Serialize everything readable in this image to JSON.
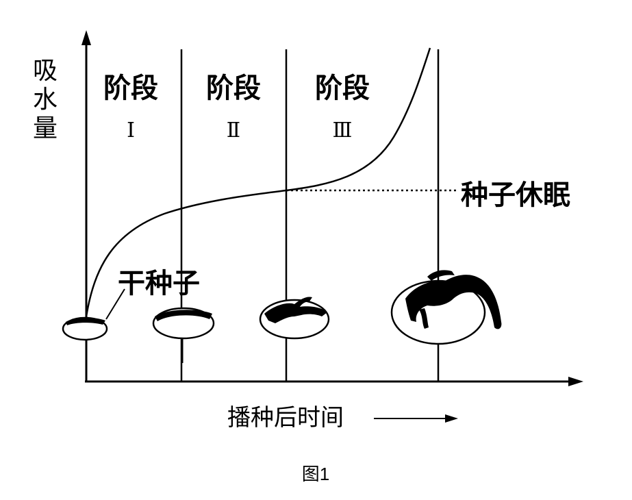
{
  "y_axis_label": [
    "吸",
    "水",
    "量"
  ],
  "stages": [
    {
      "label": "阶段",
      "numeral": "Ⅰ"
    },
    {
      "label": "阶段",
      "numeral": "Ⅱ"
    },
    {
      "label": "阶段",
      "numeral": "Ⅲ"
    }
  ],
  "dormancy_label": "种子休眠",
  "dry_seed_label": "干种子",
  "x_axis_label": "播种后时间",
  "caption": "图1"
}
